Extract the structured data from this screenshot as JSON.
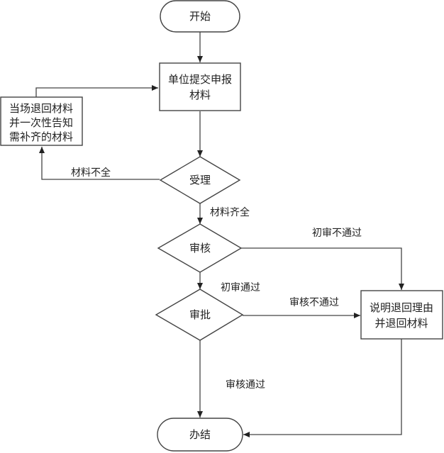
{
  "diagram": {
    "type": "flowchart",
    "nodes": {
      "start": {
        "label": "开始",
        "shape": "terminal"
      },
      "submit": {
        "label_lines": [
          "单位提交申报",
          "材料"
        ],
        "shape": "process"
      },
      "return_notify": {
        "label_lines": [
          "当场退回材料",
          "并一次性告知",
          "需补齐的材料"
        ],
        "shape": "process"
      },
      "accept": {
        "label": "受理",
        "shape": "decision"
      },
      "review": {
        "label": "审核",
        "shape": "decision"
      },
      "approve": {
        "label": "审批",
        "shape": "decision"
      },
      "explain_return": {
        "label_lines": [
          "说明退回理由",
          "并退回材料"
        ],
        "shape": "process"
      },
      "end": {
        "label": "办结",
        "shape": "terminal"
      }
    },
    "edges": {
      "materials_incomplete": "材料不全",
      "materials_complete": "材料齐全",
      "initial_fail": "初审不通过",
      "initial_pass": "初审通过",
      "review_fail": "审核不通过",
      "review_pass": "审核通过"
    }
  }
}
